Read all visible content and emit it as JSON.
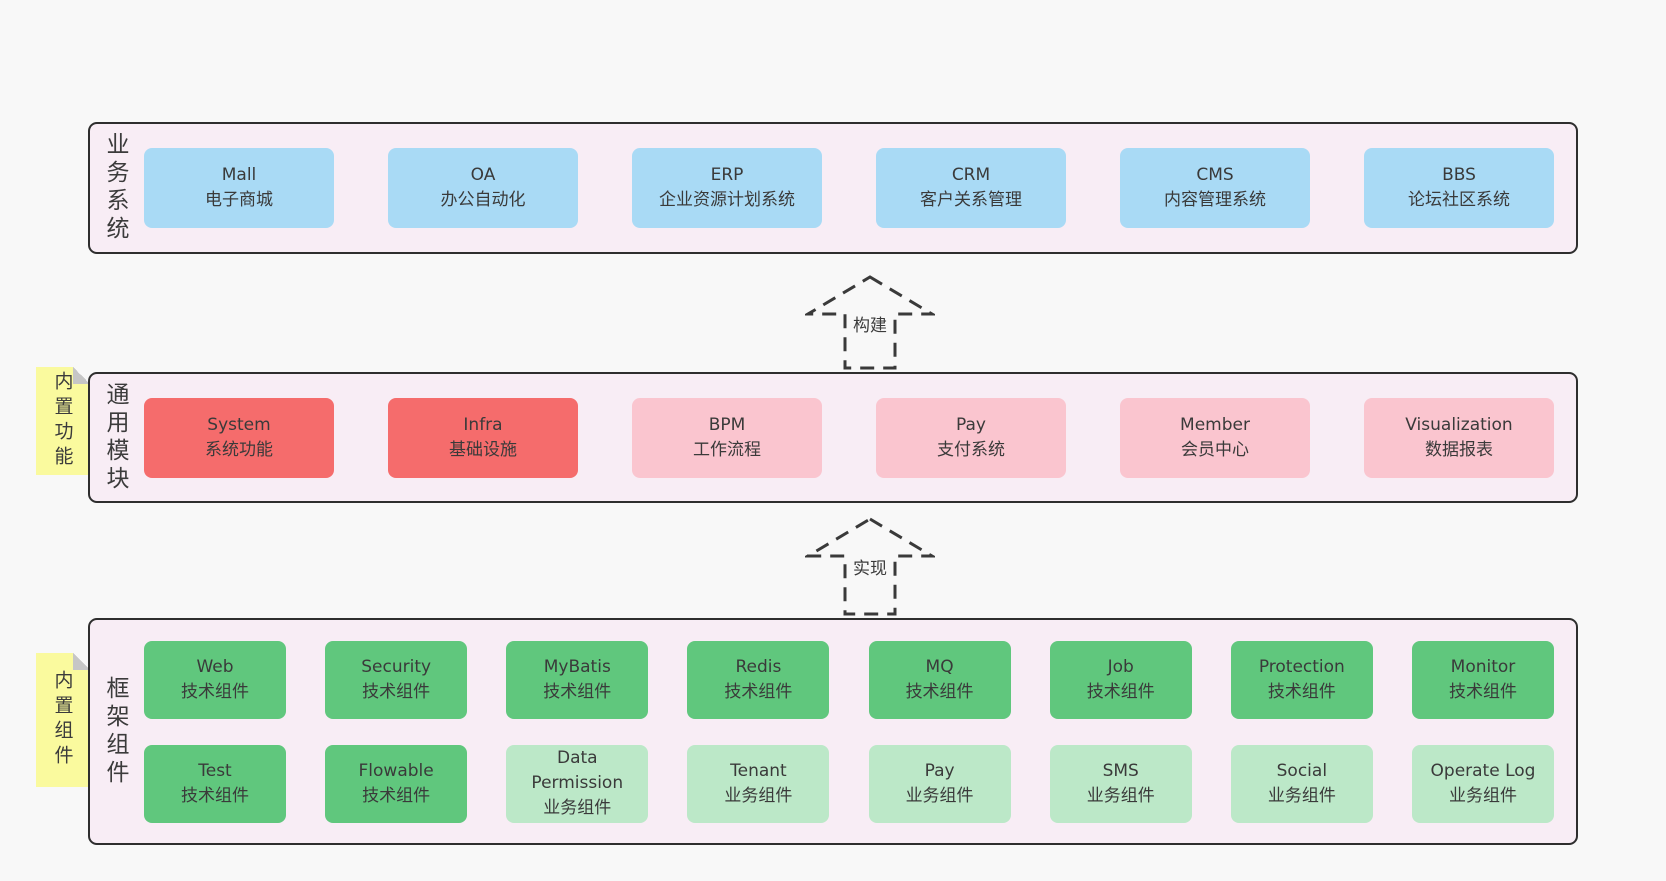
{
  "colors": {
    "page_bg": "#f8f8f8",
    "layer_bg": "#f8edf5",
    "layer_border": "#2e2e2e",
    "blue_box": "#a9daf5",
    "red_box": "#f56c6c",
    "pink_box": "#fac5cf",
    "green_box": "#60c77d",
    "light_green_box": "#bce8c8",
    "sticky_note": "#fafa9e",
    "text": "#3b3b3b"
  },
  "arrows": [
    {
      "label": "构建"
    },
    {
      "label": "实现"
    }
  ],
  "layers": [
    {
      "id": "business",
      "label": "业务系统",
      "note": null,
      "rows": [
        [
          {
            "name": "Mall",
            "desc": "电子商城",
            "variant": "blue"
          },
          {
            "name": "OA",
            "desc": "办公自动化",
            "variant": "blue"
          },
          {
            "name": "ERP",
            "desc": "企业资源计划系统",
            "variant": "blue"
          },
          {
            "name": "CRM",
            "desc": "客户关系管理",
            "variant": "blue"
          },
          {
            "name": "CMS",
            "desc": "内容管理系统",
            "variant": "blue"
          },
          {
            "name": "BBS",
            "desc": "论坛社区系统",
            "variant": "blue"
          }
        ]
      ]
    },
    {
      "id": "modules",
      "label": "通用模块",
      "note": "内置功能",
      "rows": [
        [
          {
            "name": "System",
            "desc": "系统功能",
            "variant": "red"
          },
          {
            "name": "Infra",
            "desc": "基础设施",
            "variant": "red"
          },
          {
            "name": "BPM",
            "desc": "工作流程",
            "variant": "pink"
          },
          {
            "name": "Pay",
            "desc": "支付系统",
            "variant": "pink"
          },
          {
            "name": "Member",
            "desc": "会员中心",
            "variant": "pink"
          },
          {
            "name": "Visualization",
            "desc": "数据报表",
            "variant": "pink"
          }
        ]
      ]
    },
    {
      "id": "components",
      "label": "框架组件",
      "note": "内置组件",
      "rows": [
        [
          {
            "name": "Web",
            "desc": "技术组件",
            "variant": "green"
          },
          {
            "name": "Security",
            "desc": "技术组件",
            "variant": "green"
          },
          {
            "name": "MyBatis",
            "desc": "技术组件",
            "variant": "green"
          },
          {
            "name": "Redis",
            "desc": "技术组件",
            "variant": "green"
          },
          {
            "name": "MQ",
            "desc": "技术组件",
            "variant": "green"
          },
          {
            "name": "Job",
            "desc": "技术组件",
            "variant": "green"
          },
          {
            "name": "Protection",
            "desc": "技术组件",
            "variant": "green"
          },
          {
            "name": "Monitor",
            "desc": "技术组件",
            "variant": "green"
          }
        ],
        [
          {
            "name": "Test",
            "desc": "技术组件",
            "variant": "green"
          },
          {
            "name": "Flowable",
            "desc": "技术组件",
            "variant": "green"
          },
          {
            "name": "Data Permission",
            "desc": "业务组件",
            "variant": "green-light"
          },
          {
            "name": "Tenant",
            "desc": "业务组件",
            "variant": "green-light"
          },
          {
            "name": "Pay",
            "desc": "业务组件",
            "variant": "green-light"
          },
          {
            "name": "SMS",
            "desc": "业务组件",
            "variant": "green-light"
          },
          {
            "name": "Social",
            "desc": "业务组件",
            "variant": "green-light"
          },
          {
            "name": "Operate Log",
            "desc": "业务组件",
            "variant": "green-light"
          }
        ]
      ]
    }
  ]
}
